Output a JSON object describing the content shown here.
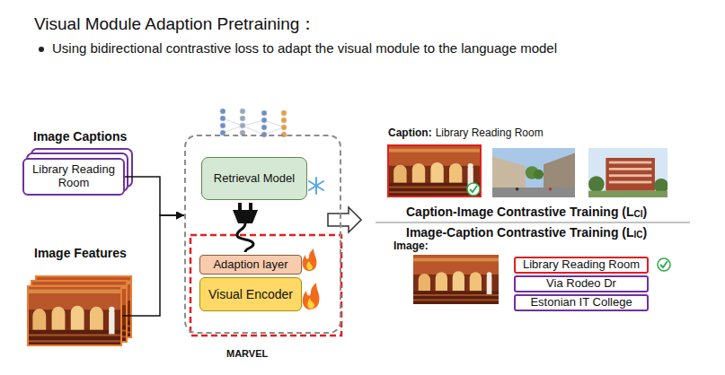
{
  "diagram": {
    "title": "Visual Module Adaption Pretraining：",
    "nodes": [
      {
        "text": [
          "Image Captions",
          "Library Reading Room"
        ]
      },
      {
        "text": [
          "Image Features"
        ]
      },
      {
        "text": [
          "MARVEL"
        ]
      },
      {
        "text": [
          "Retrieval Model"
        ],
        "in": 2
      },
      {
        "text": [
          "Adaption layer"
        ],
        "in": 2
      },
      {
        "text": [
          "Visual Encoder"
        ],
        "in": 2
      },
      {
        "text": [
          "Library Reading Room"
        ]
      },
      {
        "text": [
          "Via Rodeo Dr"
        ]
      },
      {
        "text": [
          "Estonian IT College"
        ]
      }
    ],
    "edges": [
      {
        "from": 0,
        "to": 2,
        "arrow": "to"
      },
      {
        "from": 1,
        "to": 2,
        "arrow": "to"
      }
    ],
    "labels": [
      "Using bidirectional contrastive loss to adapt the visual module to the language model",
      "Caption:",
      "Library Reading Room",
      "Caption-Image Contrastive Training (L",
      "CI",
      ")",
      "Image-Caption Contrastive Training (L",
      "IC",
      ")",
      "Image:"
    ]
  }
}
